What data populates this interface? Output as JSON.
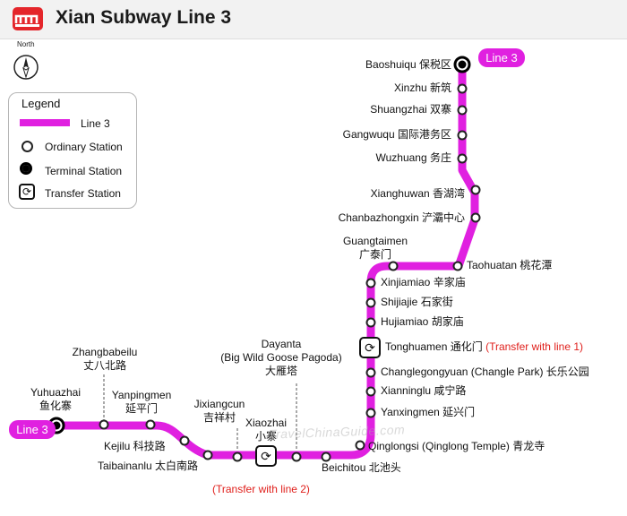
{
  "header": {
    "title": "Xian Subway Line 3"
  },
  "compass": {
    "north_label": "North"
  },
  "legend": {
    "title": "Legend",
    "items": [
      "Line 3",
      "Ordinary Station",
      "Terminal Station",
      "Transfer Station"
    ]
  },
  "line_color": "#e020e0",
  "transfer_note_color": "#e0201c",
  "line_badges": [
    "Line 3",
    "Line 3"
  ],
  "stations": {
    "baoshuiqu": "Baoshuiqu 保税区",
    "xinzhu": "Xinzhu 新筑",
    "shuangzhai": "Shuangzhai 双寨",
    "gangwuqu": "Gangwuqu 国际港务区",
    "wuzhuang": "Wuzhuang 务庄",
    "xianghuwan": "Xianghuwan 香湖湾",
    "chanbazhongxin": "Chanbazhongxin 浐灞中心",
    "guangtaimen_en": "Guangtaimen",
    "guangtaimen_cn": "广泰门",
    "taohuatan": "Taohuatan 桃花潭",
    "xinjiamiao": "Xinjiamiao 辛家庙",
    "shijiajie": "Shijiajie 石家街",
    "hujiamiao": "Hujiamiao 胡家庙",
    "tonghuamen": "Tonghuamen 通化门",
    "tonghuamen_note": "(Transfer with line 1)",
    "changlegongyuan": "Changlegongyuan (Changle Park) 长乐公园",
    "xianninglu": "Xianninglu 咸宁路",
    "yanxingmen": "Yanxingmen 延兴门",
    "qinglongsi": "Qinglongsi (Qinglong Temple) 青龙寺",
    "beichitou": "Beichitou 北池头",
    "dayanta_1": "Dayanta",
    "dayanta_2": "(Big Wild Goose Pagoda)",
    "dayanta_3": "大雁塔",
    "xiaozhai_en": "Xiaozhai",
    "xiaozhai_cn": "小寨",
    "xiaozhai_note": "(Transfer with line 2)",
    "jixiangcun_en": "Jixiangcun",
    "jixiangcun_cn": "吉祥村",
    "taibainanlu": "Taibainanlu 太白南路",
    "kejilu": "Kejilu 科技路",
    "yanpingmen_en": "Yanpingmen",
    "yanpingmen_cn": "延平门",
    "zhangbabeilu_en": "Zhangbabeilu",
    "zhangbabeilu_cn": "丈八北路",
    "yuhuazhai_en": "Yuhuazhai",
    "yuhuazhai_cn": "鱼化寨"
  },
  "watermark": "TravelChinaGuide.com"
}
